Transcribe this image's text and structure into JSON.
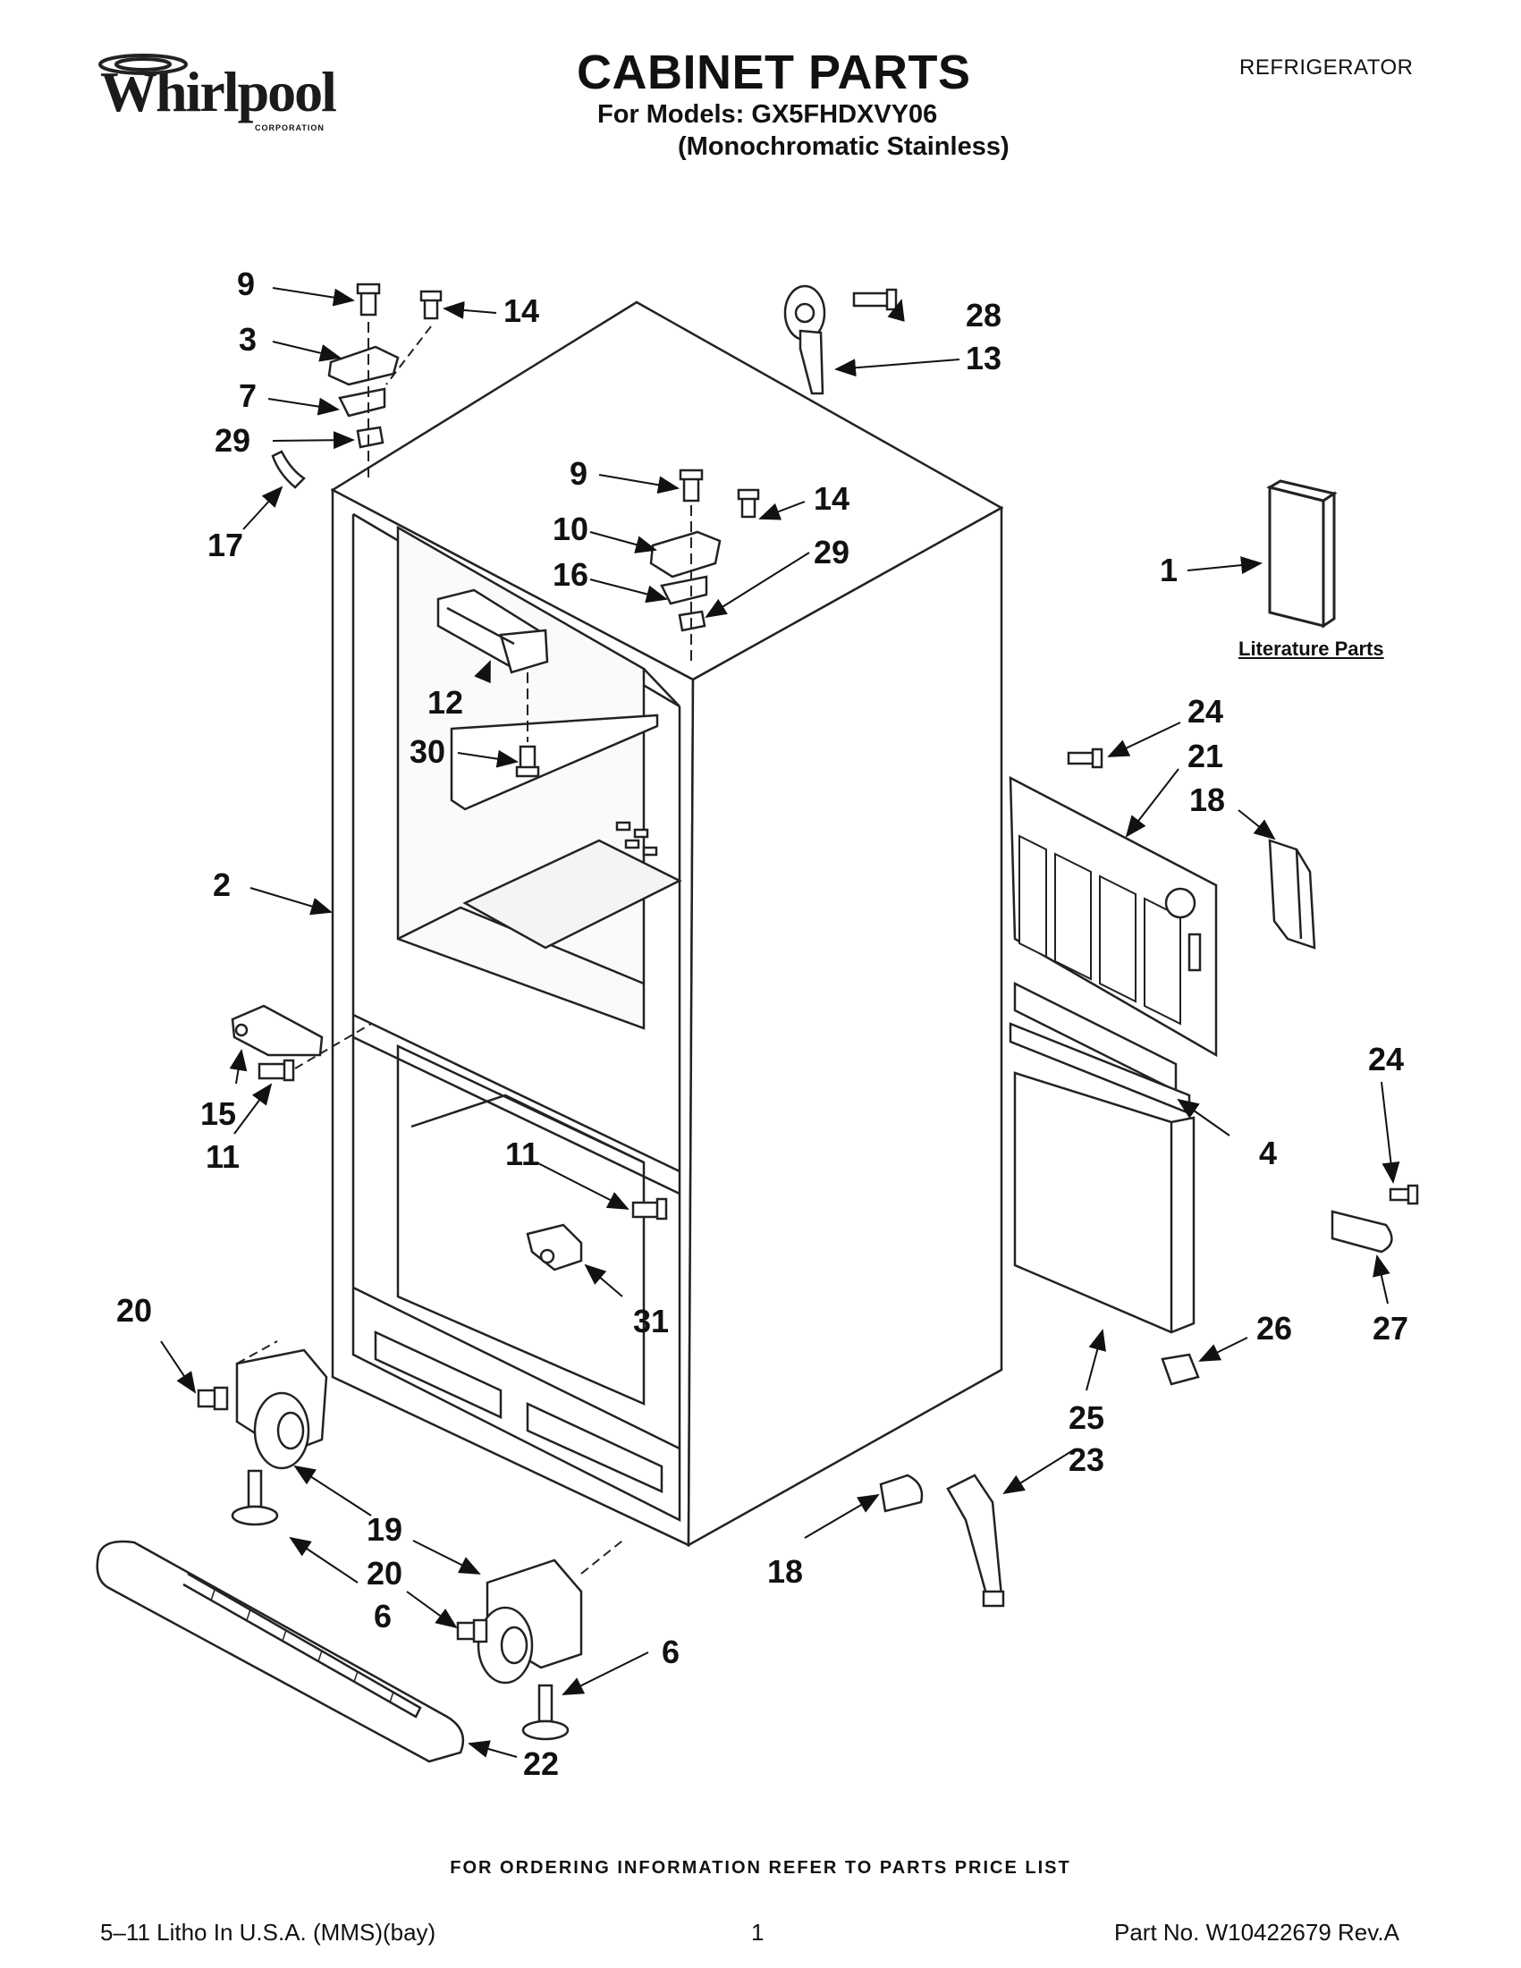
{
  "header": {
    "brand": "Whirlpool",
    "brand_sub": "CORPORATION",
    "title": "CABINET PARTS",
    "models": "For Models: GX5FHDXVY06",
    "finish": "(Monochromatic Stainless)",
    "doc_type": "REFRIGERATOR"
  },
  "diagram": {
    "literature_label": "Literature Parts",
    "callouts": [
      {
        "id": "c9a",
        "text": "9"
      },
      {
        "id": "c14a",
        "text": "14"
      },
      {
        "id": "c3",
        "text": "3"
      },
      {
        "id": "c7",
        "text": "7"
      },
      {
        "id": "c29a",
        "text": "29"
      },
      {
        "id": "c17",
        "text": "17"
      },
      {
        "id": "c28",
        "text": "28"
      },
      {
        "id": "c13",
        "text": "13"
      },
      {
        "id": "c9b",
        "text": "9"
      },
      {
        "id": "c14b",
        "text": "14"
      },
      {
        "id": "c10",
        "text": "10"
      },
      {
        "id": "c16",
        "text": "16"
      },
      {
        "id": "c29b",
        "text": "29"
      },
      {
        "id": "c1",
        "text": "1"
      },
      {
        "id": "c12",
        "text": "12"
      },
      {
        "id": "c30",
        "text": "30"
      },
      {
        "id": "c24a",
        "text": "24"
      },
      {
        "id": "c21",
        "text": "21"
      },
      {
        "id": "c18a",
        "text": "18"
      },
      {
        "id": "c2",
        "text": "2"
      },
      {
        "id": "c15",
        "text": "15"
      },
      {
        "id": "c11a",
        "text": "11"
      },
      {
        "id": "c11b",
        "text": "11"
      },
      {
        "id": "c4",
        "text": "4"
      },
      {
        "id": "c24b",
        "text": "24"
      },
      {
        "id": "c31",
        "text": "31"
      },
      {
        "id": "c20a",
        "text": "20"
      },
      {
        "id": "c26",
        "text": "26"
      },
      {
        "id": "c27",
        "text": "27"
      },
      {
        "id": "c25",
        "text": "25"
      },
      {
        "id": "c23",
        "text": "23"
      },
      {
        "id": "c19",
        "text": "19"
      },
      {
        "id": "c20b",
        "text": "20"
      },
      {
        "id": "c18b",
        "text": "18"
      },
      {
        "id": "c6a",
        "text": "6"
      },
      {
        "id": "c6b",
        "text": "6"
      },
      {
        "id": "c22",
        "text": "22"
      }
    ]
  },
  "footer": {
    "order_note": "FOR ORDERING INFORMATION REFER TO PARTS PRICE LIST",
    "litho": "5–11 Litho In U.S.A. (MMS)(bay)",
    "page": "1",
    "part_no": "Part No. W10422679 Rev.A"
  }
}
